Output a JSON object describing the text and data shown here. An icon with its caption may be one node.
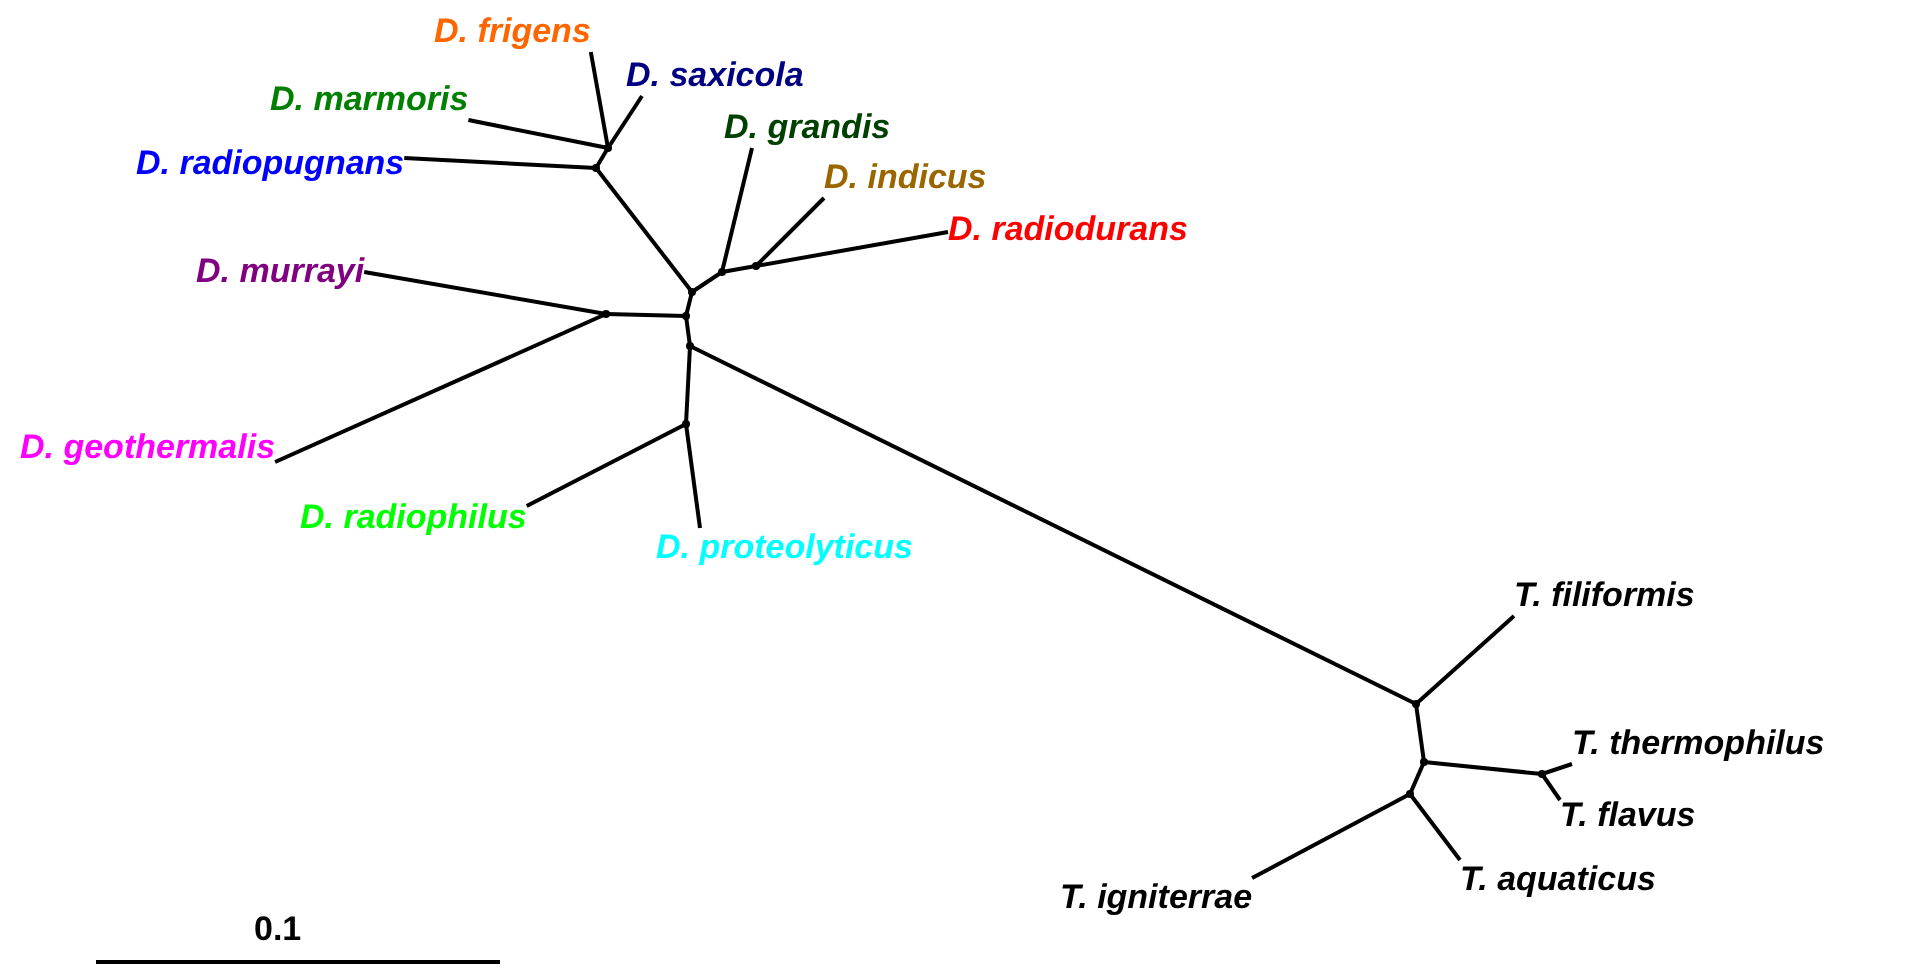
{
  "diagram": {
    "nodes": [
      {
        "text": [
          "D. frigens"
        ]
      },
      {
        "text": [
          "D. saxicola"
        ]
      },
      {
        "text": [
          "D. marmoris"
        ]
      },
      {
        "text": [
          "D. radiopugnans"
        ]
      },
      {
        "text": [
          "D. grandis"
        ]
      },
      {
        "text": [
          "D. indicus"
        ]
      },
      {
        "text": [
          "D. radiodurans"
        ]
      },
      {
        "text": [
          "D. murrayi"
        ]
      },
      {
        "text": [
          "D. geothermalis"
        ]
      },
      {
        "text": [
          "D. radiophilus"
        ]
      },
      {
        "text": [
          "D. proteolyticus"
        ]
      },
      {
        "text": [
          "T. filiformis"
        ]
      },
      {
        "text": [
          "T. thermophilus"
        ]
      },
      {
        "text": [
          "T. flavus"
        ]
      },
      {
        "text": [
          "T. aquaticus"
        ]
      },
      {
        "text": [
          "T. igniterrae"
        ]
      },
      {
        "text": [],
        "shape": "point"
      },
      {
        "text": [],
        "shape": "point"
      },
      {
        "text": [],
        "shape": "point"
      },
      {
        "text": [],
        "shape": "point"
      },
      {
        "text": [],
        "shape": "point"
      },
      {
        "text": [],
        "shape": "point"
      },
      {
        "text": [],
        "shape": "point"
      },
      {
        "text": [],
        "shape": "point"
      },
      {
        "text": [],
        "shape": "point"
      },
      {
        "text": [],
        "shape": "point"
      },
      {
        "text": [],
        "shape": "point"
      },
      {
        "text": [],
        "shape": "point"
      },
      {
        "text": [],
        "shape": "point"
      }
    ],
    "edges": [
      {
        "from": 16,
        "to": 0,
        "arrow": "none"
      },
      {
        "from": 16,
        "to": 1,
        "arrow": "none"
      },
      {
        "from": 16,
        "to": 2,
        "arrow": "none"
      },
      {
        "from": 17,
        "to": 16,
        "arrow": "none"
      },
      {
        "from": 17,
        "to": 3,
        "arrow": "none"
      },
      {
        "from": 18,
        "to": 17,
        "arrow": "none"
      },
      {
        "from": 18,
        "to": 19,
        "arrow": "none"
      },
      {
        "from": 19,
        "to": 4,
        "arrow": "none"
      },
      {
        "from": 19,
        "to": 20,
        "arrow": "none"
      },
      {
        "from": 20,
        "to": 5,
        "arrow": "none"
      },
      {
        "from": 20,
        "to": 6,
        "arrow": "none"
      },
      {
        "from": 22,
        "to": 18,
        "arrow": "none"
      },
      {
        "from": 22,
        "to": 21,
        "arrow": "none"
      },
      {
        "from": 21,
        "to": 7,
        "arrow": "none"
      },
      {
        "from": 21,
        "to": 8,
        "arrow": "none"
      },
      {
        "from": 22,
        "to": 23,
        "arrow": "none"
      },
      {
        "from": 23,
        "to": 24,
        "arrow": "none"
      },
      {
        "from": 24,
        "to": 9,
        "arrow": "none"
      },
      {
        "from": 24,
        "to": 10,
        "arrow": "none"
      },
      {
        "from": 23,
        "to": 25,
        "arrow": "none"
      },
      {
        "from": 25,
        "to": 11,
        "arrow": "none"
      },
      {
        "from": 25,
        "to": 26,
        "arrow": "none"
      },
      {
        "from": 26,
        "to": 28,
        "arrow": "none"
      },
      {
        "from": 28,
        "to": 12,
        "arrow": "none"
      },
      {
        "from": 28,
        "to": 13,
        "arrow": "none"
      },
      {
        "from": 26,
        "to": 27,
        "arrow": "none"
      },
      {
        "from": 27,
        "to": 14,
        "arrow": "none"
      },
      {
        "from": 27,
        "to": 15,
        "arrow": "none"
      }
    ],
    "labels": [
      "0.1"
    ]
  }
}
